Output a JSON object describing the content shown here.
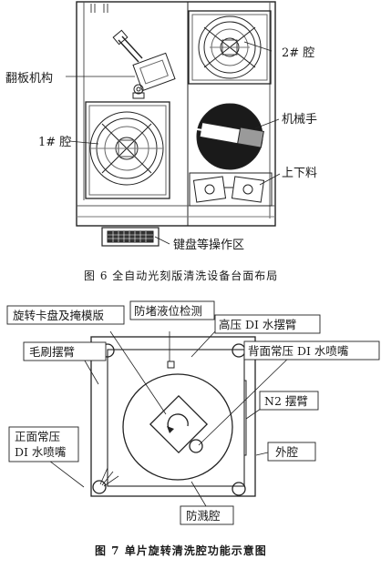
{
  "figure6": {
    "caption": "图 6  全自动光刻版清洗设备台面布局",
    "labels": {
      "flip": "翻板机构",
      "chamber2": "2# 腔",
      "chamber1": "1# 腔",
      "robot": "机械手",
      "load": "上下料",
      "keyboard": "键盘等操作区"
    }
  },
  "figure7": {
    "caption": "图 7  单片旋转清洗腔功能示意图",
    "labels": {
      "chuck": "旋转卡盘及掩模版",
      "level": "防堵液位检测",
      "hp_arm": "高压 DI 水摆臂",
      "brush": "毛刷摆臂",
      "back_nozzle": "背面常压 DI 水喷嘴",
      "n2_arm": "N2 摆臂",
      "outer": "外腔",
      "front_nozzle_1": "正面常压",
      "front_nozzle_2": "DI 水喷嘴",
      "splash": "防溅腔"
    }
  }
}
